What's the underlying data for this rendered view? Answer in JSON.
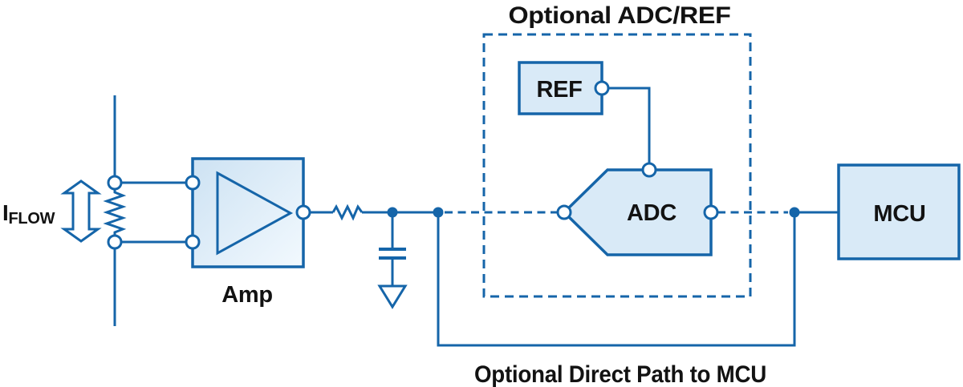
{
  "diagram": {
    "kind": "flow-sensor-signal-chain-block-diagram",
    "background": "#ffffff",
    "colors": {
      "stroke-color": "#1565a9",
      "fill-color": "#d9eaf7",
      "text-color": "#121212",
      "background": "#ffffff"
    },
    "current_source": {
      "label_base": "I",
      "label_subscript": "FLOW"
    },
    "blocks": {
      "amp": {
        "label": "Amp"
      },
      "ref": {
        "label": "REF"
      },
      "adc": {
        "label": "ADC"
      },
      "mcu": {
        "label": "MCU"
      }
    },
    "optional_group": {
      "title": "Optional ADC/REF"
    },
    "caption": "Optional Direct Path to MCU",
    "symbols": [
      "bidirectional-current-arrow",
      "sense-resistor",
      "amplifier-triangle",
      "series-resistor",
      "filter-capacitor",
      "ground"
    ]
  }
}
